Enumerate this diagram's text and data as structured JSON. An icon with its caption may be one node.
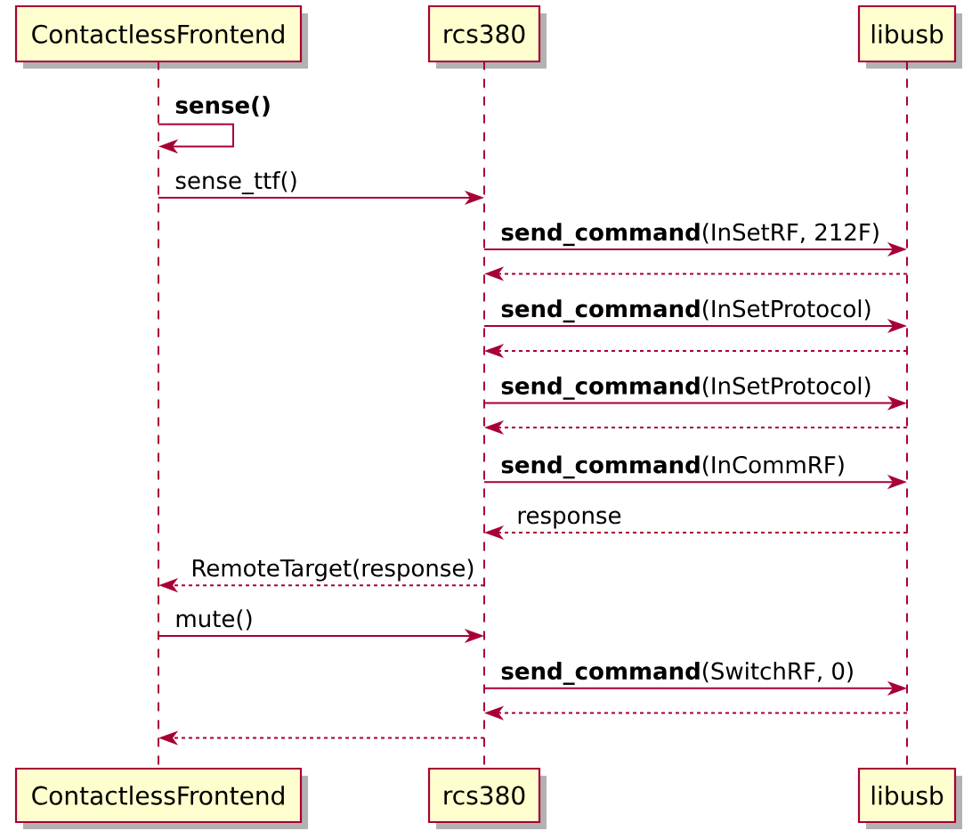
{
  "diagram": {
    "nodes": [
      {
        "text": [
          "ContactlessFrontend"
        ]
      },
      {
        "text": [
          "rcs380"
        ]
      },
      {
        "text": [
          "libusb"
        ]
      },
      {
        "text": [],
        "shape": "line"
      },
      {
        "text": [],
        "shape": "line"
      },
      {
        "text": [],
        "shape": "line"
      },
      {
        "text": [
          "ContactlessFrontend"
        ]
      },
      {
        "text": [
          "rcs380"
        ]
      },
      {
        "text": [
          "libusb"
        ]
      }
    ],
    "edges": [
      {
        "from": 3,
        "to": 3,
        "arrow": "to",
        "label": "sense()"
      },
      {
        "from": 3,
        "to": 4,
        "arrow": "to",
        "label": "sense_ttf()"
      },
      {
        "from": 4,
        "to": 5,
        "arrow": "to",
        "label": "**send_command**(InSetRF, 212F)"
      },
      {
        "from": 5,
        "to": 4,
        "arrow": "to",
        "style": "dashed"
      },
      {
        "from": 4,
        "to": 5,
        "arrow": "to",
        "label": "**send_command**(InSetProtocol)"
      },
      {
        "from": 5,
        "to": 4,
        "arrow": "to",
        "style": "dashed"
      },
      {
        "from": 4,
        "to": 5,
        "arrow": "to",
        "label": "**send_command**(InSetProtocol)"
      },
      {
        "from": 5,
        "to": 4,
        "arrow": "to",
        "style": "dashed"
      },
      {
        "from": 4,
        "to": 5,
        "arrow": "to",
        "label": "**send_command**(InCommRF)"
      },
      {
        "from": 5,
        "to": 4,
        "arrow": "to",
        "style": "dashed",
        "label": "response"
      },
      {
        "from": 4,
        "to": 3,
        "arrow": "to",
        "style": "dashed",
        "label": "RemoteTarget(response)"
      },
      {
        "from": 3,
        "to": 4,
        "arrow": "to",
        "label": "mute()"
      },
      {
        "from": 4,
        "to": 5,
        "arrow": "to",
        "label": "**send_command**(SwitchRF, 0)"
      },
      {
        "from": 5,
        "to": 4,
        "arrow": "to",
        "style": "dashed"
      },
      {
        "from": 4,
        "to": 3,
        "arrow": "to",
        "style": "dashed"
      }
    ]
  }
}
